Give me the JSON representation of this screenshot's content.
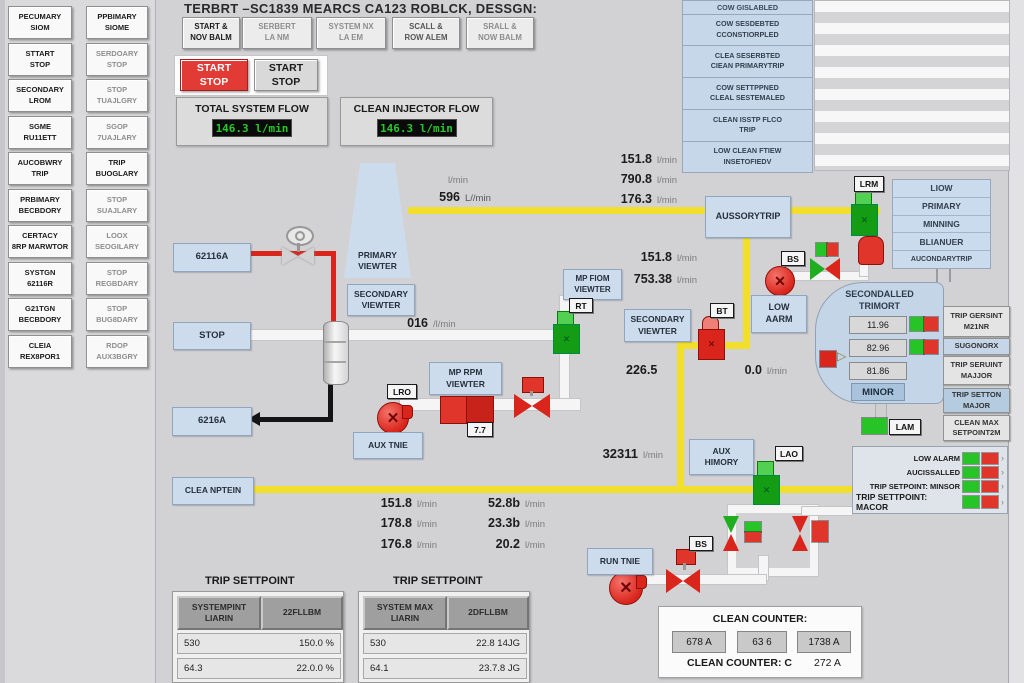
{
  "title": "TERBRT –SC1839 MEARCS CA123 ROBLCK, DESSGN:",
  "left_panel": {
    "col1": [
      "PECUMARY\nSIOM",
      "STTART\nSTOP",
      "SECONDARY\nLROM",
      "SGME\nRU11ETT",
      "AUCOBWRY\nTRIP",
      "PRBIMARY\nBECBDORY",
      "CERTACY\n8RP MARWTOR",
      "SYSTGN\n62116R",
      "G21TGN\nBECBDORY",
      "CLEIA\nREX8POR1"
    ],
    "col2": [
      "PPBIMARY\nSIOME",
      "SERDOARY\nSTOP",
      "STOP\nTUAJLGRY",
      "SGOP\n7UAJLARY",
      "TRIP\nBUOGLARY",
      "STOP\nSUAJLARY",
      "LOOX\nSEOGILARY",
      "STOP\nREGBDARY",
      "STOP\nBUG8DARY",
      "RDOP\nAUX3BGRY"
    ]
  },
  "top_buttons": [
    "START &\nNOV BALM",
    "SERBERT\nLA NM",
    "SYSTEM NX\nLA EM",
    "SCALL &\nROW ALEM",
    "SRALL &\nNOW BALM"
  ],
  "start_stop": {
    "btn_red": "START\nSTOP",
    "btn_gray": "START\nSTOP"
  },
  "flow_panels": {
    "total": {
      "label": "TOTAL SYSTEM FLOW",
      "value": "146.3 l/min"
    },
    "injector": {
      "label": "CLEAN INJECTOR FLOW",
      "value": "146.3 l/min"
    }
  },
  "alarm_list": [
    "COW GISLABLED",
    "COW SESDEBTED\nCCONSTIORPLED",
    "CLEA SESERBTED\nCIEAN PRIMARYTRIP",
    "COW SETTPPNED\nCLEAL SESTEMALED",
    "CLEAN ISSTP FLCO\nTRIP",
    "LOW CLEAN FTIEW\nINSETOFIEDV"
  ],
  "boxes": {
    "b62116a": "62116A",
    "primary_viewter": "PRIMARY\nVIEWTER",
    "secondary_viewter1": "SECONDARY\nVIEWTER",
    "stop": "STOP",
    "b6216a": "6216A",
    "mp_rpm": "MP RPM\nVIEWTER",
    "aux_tnie": "AUX TNIE",
    "clea_nptein": "CLEA NPTEIN",
    "mp_fiom": "MP FIOM\nVIEWTER",
    "secondary_viewter2": "SECONDARY\nVIEWTER",
    "aussorytrip": "AUSSORYTRIP",
    "low_aarm": "LOW\nAARM",
    "aux_himory": "AUX\nHIMORY",
    "run_tnie": "RUN TNIE"
  },
  "tags": {
    "lro": "LRO",
    "t77": "7.7",
    "rt": "RT",
    "bt": "BT",
    "bs1": "BS",
    "lrm": "LRM",
    "lao": "LAO",
    "bs2": "BS",
    "lam": "LAM"
  },
  "readings": {
    "top": [
      {
        "v": "151.8",
        "u": "l/min"
      },
      {
        "v": "790.8",
        "u": "l/min"
      },
      {
        "v": "176.3",
        "u": "l/min"
      }
    ],
    "funnel_unit": "l/min",
    "funnel": {
      "v": "596",
      "u": "L//min"
    },
    "mid": [
      {
        "v": "151.8",
        "u": "l/min"
      },
      {
        "v": "753.38",
        "u": "l/min"
      }
    ],
    "flow016": {
      "v": "016",
      "u": "/l/min"
    },
    "v2265": "226.5",
    "zero": {
      "v": "0.0",
      "u": "l/min"
    },
    "v32311": {
      "v": "32311",
      "u": "l/min"
    },
    "bottom_a": [
      {
        "v": "151.8",
        "u": "l/min"
      },
      {
        "v": "178.8",
        "u": "l/min"
      },
      {
        "v": "176.8",
        "u": "l/min"
      }
    ],
    "bottom_b": [
      {
        "v": "52.8b",
        "u": "l/min"
      },
      {
        "v": "23.3b",
        "u": "l/min"
      },
      {
        "v": "20.2",
        "u": "l/min"
      }
    ]
  },
  "right_list": [
    "LIOW",
    "PRIMARY",
    "MINNING",
    "BLIANUER",
    "AUCONDARYTRIP"
  ],
  "secondary_panel": {
    "title": "SECONDALLED\nTRIMORT",
    "values": [
      "11.96",
      "82.96",
      "81.86"
    ],
    "minor": "MINOR"
  },
  "right_buttons": [
    "TRIP GERSINT\nM21NR",
    "SUGONORX",
    "TRIP SERUINT\nMAJJOR",
    "TRIP SETTON\nMAJOR",
    "CLEAN MAX\nSETPOINT2M"
  ],
  "legend": {
    "rows": [
      "LOW ALARM",
      "AUCISSALLED",
      "TRIP SETPOINT: MINSOR",
      "TRIP SETTPOINT: MACOR"
    ]
  },
  "trip_tables": {
    "title1": "TRIP SETTPOINT",
    "title2": "TRIP SETTPOINT",
    "t1": {
      "h1": "SYSTEMPINT\nLIARIN",
      "h2": "22FLLBM",
      "r1a": "530",
      "r1b": "150.0 %",
      "r2a": "64.3",
      "r2b": "22.0.0 %"
    },
    "t2": {
      "h1": "SYSTEM MAX\nLIARIN",
      "h2": "2DFLLBM",
      "r1a": "530",
      "r1b": "22.8 14JG",
      "r2a": "64.1",
      "r2b": "23.7.8 JG"
    }
  },
  "clean_counter": {
    "title": "CLEAN COUNTER:",
    "boxes": [
      "678 A",
      "63 6",
      "1738 A"
    ],
    "label2": "CLEAN COUNTER: C",
    "value2": "272 A"
  },
  "colors": {
    "accent_red": "#d9251c",
    "accent_green": "#27c427",
    "pipe_yellow": "#f2df2b",
    "lcd_green": "#29c829",
    "box_blue": "#cddcec"
  }
}
